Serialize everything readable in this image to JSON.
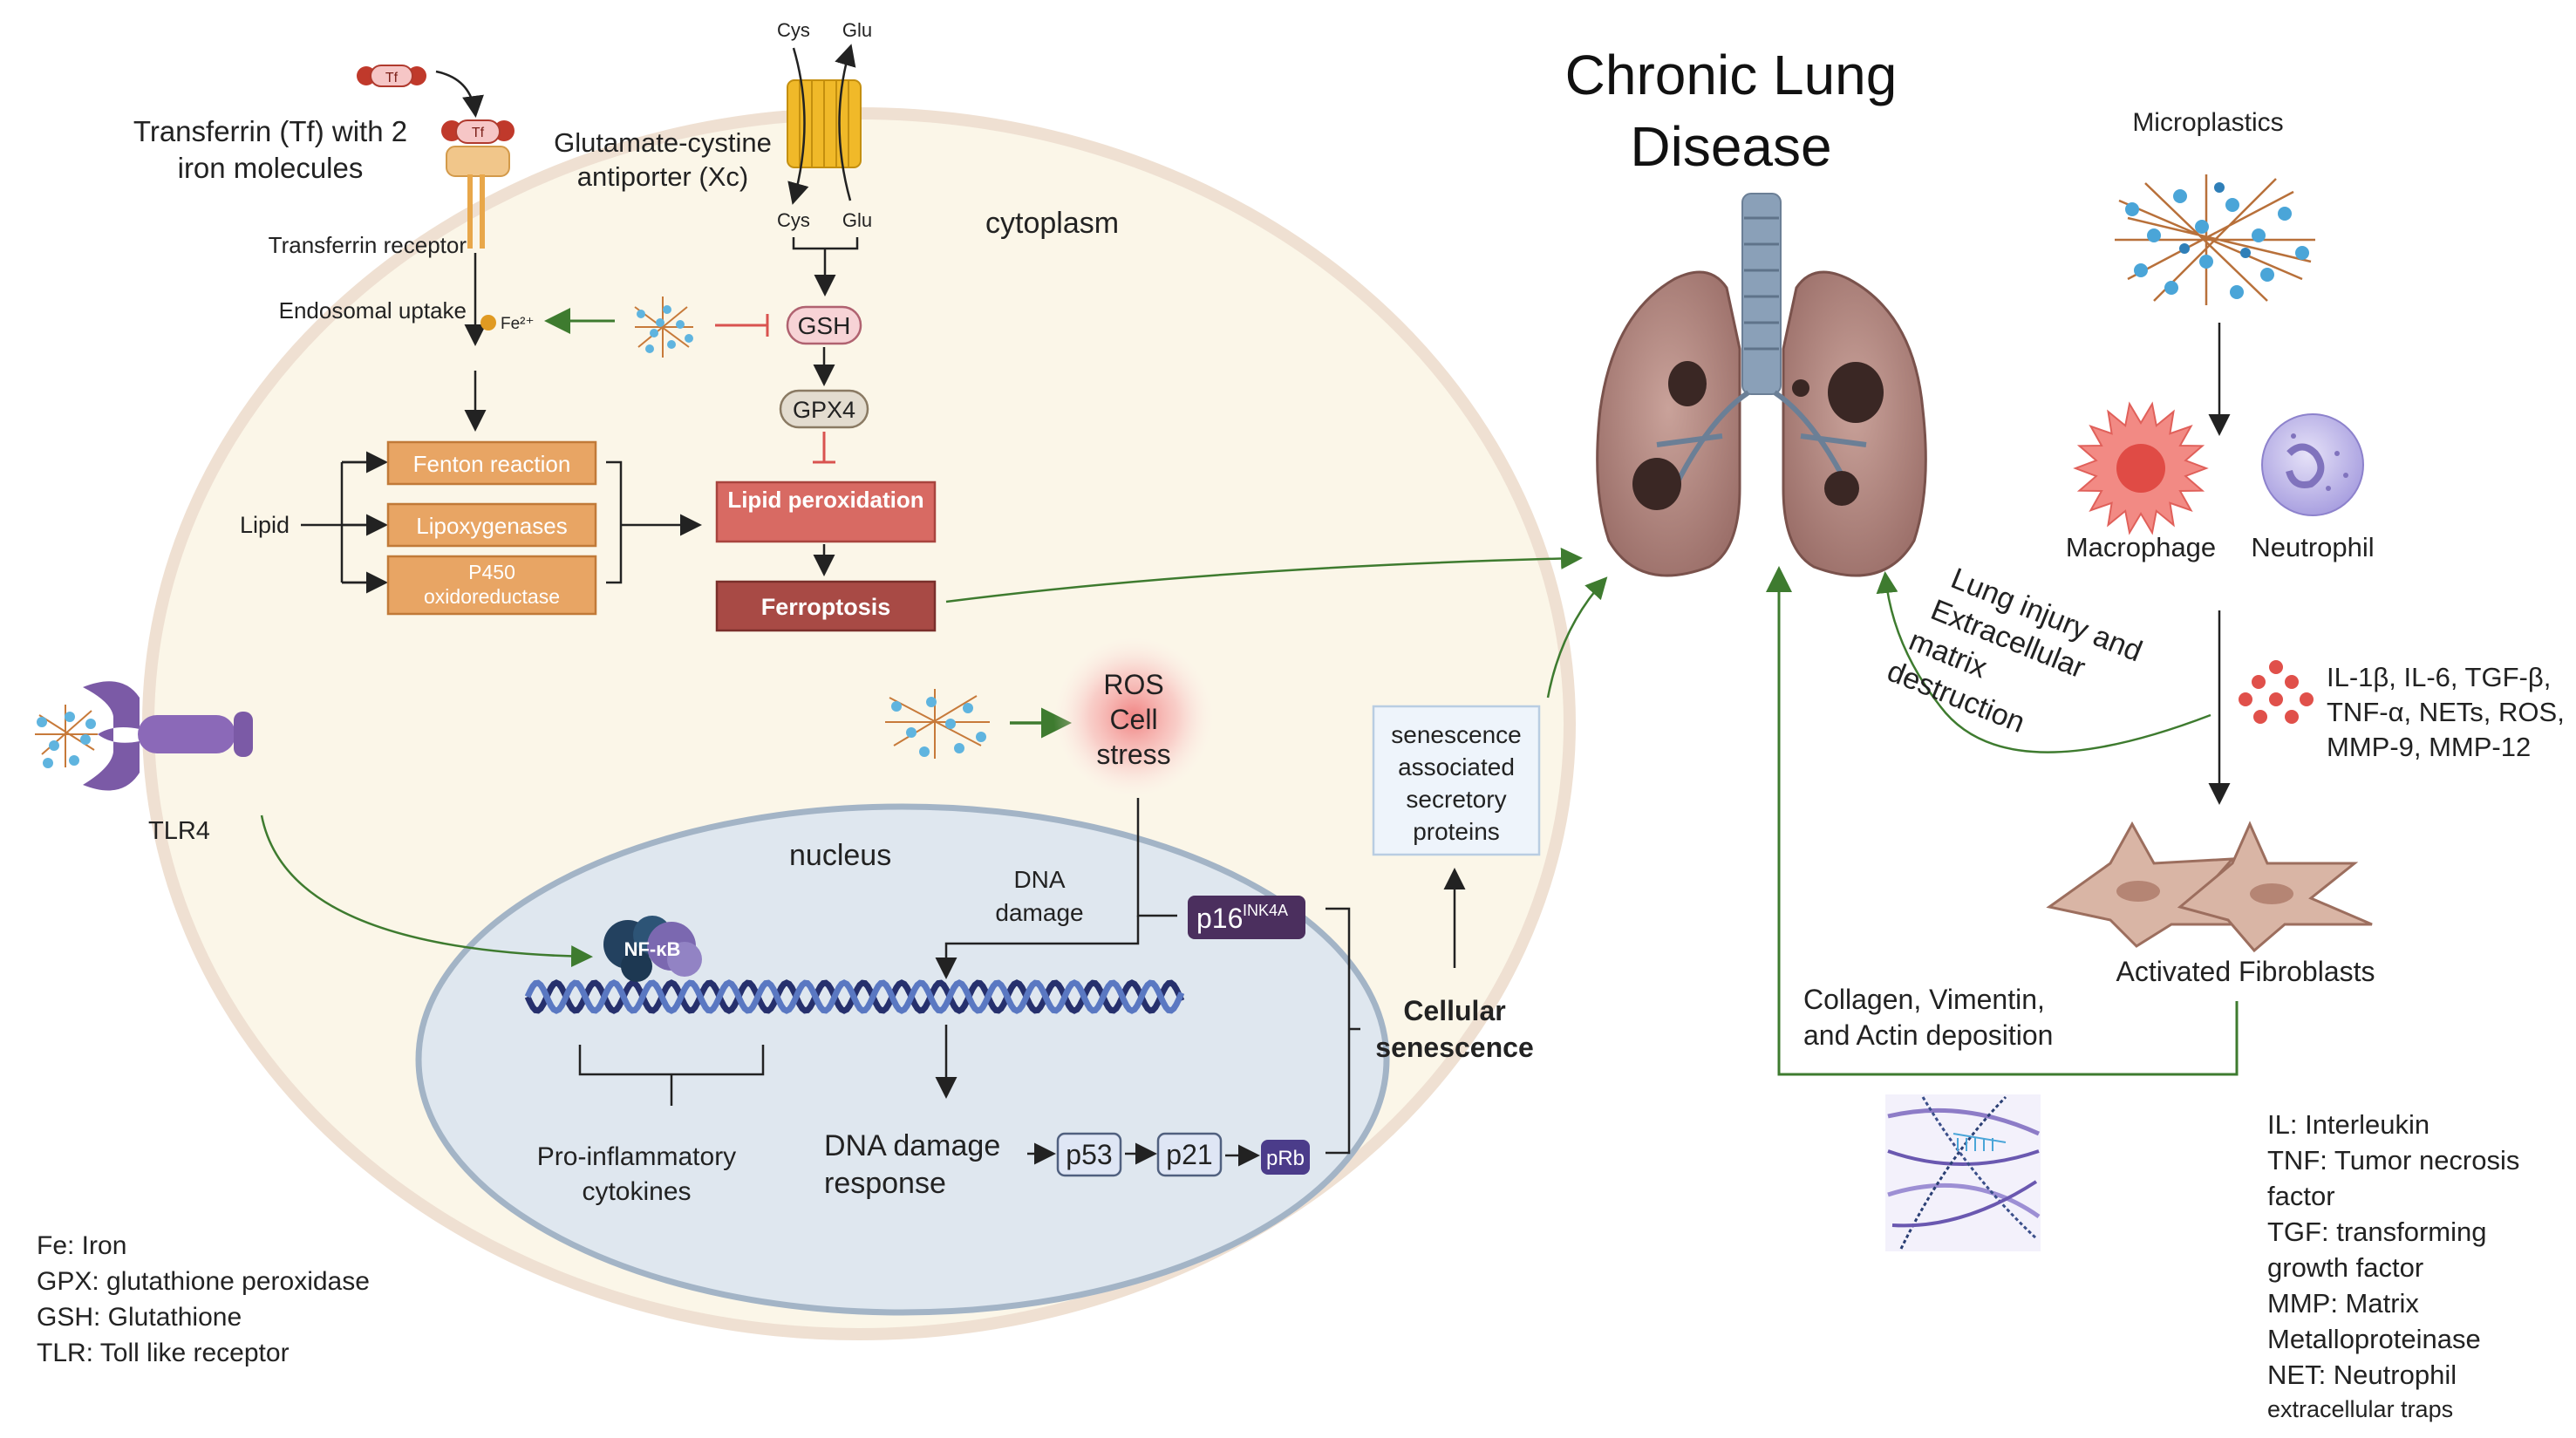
{
  "title_line1": "Chronic Lung",
  "title_line2": "Disease",
  "labels": {
    "tf": "Tf",
    "tf_line1": "Transferrin (Tf) with 2",
    "tf_line2": "iron molecules",
    "tf_receptor": "Transferrin receptor",
    "endosomal": "Endosomal uptake",
    "fe2": "Fe²⁺",
    "antiporter_line1": "Glutamate-cystine",
    "antiporter_line2": "antiporter (Xc)",
    "cys": "Cys",
    "glu": "Glu",
    "cytoplasm": "cytoplasm",
    "gsh": "GSH",
    "gpx4": "GPX4",
    "lipid": "Lipid",
    "fenton": "Fenton reaction",
    "lipoxygenases": "Lipoxygenases",
    "p450_line1": "P450",
    "p450_line2": "oxidoreductase",
    "lipid_perox": "Lipid peroxidation",
    "ferroptosis": "Ferroptosis",
    "tlr4": "TLR4",
    "ros": "ROS",
    "cell": "Cell",
    "stress": "stress",
    "nucleus": "nucleus",
    "dna_damage_line1": "DNA",
    "dna_damage_line2": "damage",
    "p16": "p16",
    "p16_sup": "INK4A",
    "nfkb": "NF-κB",
    "proinfl_line1": "Pro-inflammatory",
    "proinfl_line2": "cytokines",
    "ddr_line1": "DNA damage",
    "ddr_line2": "response",
    "p53": "p53",
    "p21": "p21",
    "prb": "pRb",
    "cellular": "Cellular",
    "senescence": "senescence",
    "sasp_line1": "senescence",
    "sasp_line2": "associated",
    "sasp_line3": "secretory",
    "sasp_line4": "proteins",
    "microplastics": "Microplastics",
    "macrophage": "Macrophage",
    "neutrophil": "Neutrophil",
    "lung_line1": "Lung injury and",
    "lung_line2": "Extracellular",
    "lung_line3": "matrix",
    "lung_line4": "destruction",
    "cyto_line1": "IL-1β, IL-6, TGF-β,",
    "cyto_line2": "TNF-α, NETs, ROS,",
    "cyto_line3": "MMP-9, MMP-12",
    "fibroblasts": "Activated Fibroblasts",
    "collagen_line1": "Collagen, Vimentin,",
    "collagen_line2": "and Actin deposition"
  },
  "legend_left": [
    "Fe: Iron",
    "GPX: glutathione peroxidase",
    "GSH: Glutathione",
    "TLR: Toll like receptor"
  ],
  "legend_right": [
    "IL: Interleukin",
    "TNF: Tumor necrosis",
    "factor",
    "TGF: transforming",
    "growth factor",
    "MMP: Matrix",
    "Metalloproteinase",
    "NET: Neutrophil",
    "extracellular traps"
  ],
  "colors": {
    "cell_fill": "#fbf6e8",
    "cell_border": "#efe0d2",
    "nucleus_fill": "#dfe7ef",
    "nucleus_border": "#a3b4c6",
    "orange_box": "#e8a564",
    "lipid_box": "#d86a63",
    "ferro_box": "#a84a45",
    "green_arrow": "#3e7b2f",
    "inhibit": "#d9534f",
    "p16": "#4b2f5e",
    "dna_dark": "#26306d",
    "dna_light": "#5a78c2"
  }
}
